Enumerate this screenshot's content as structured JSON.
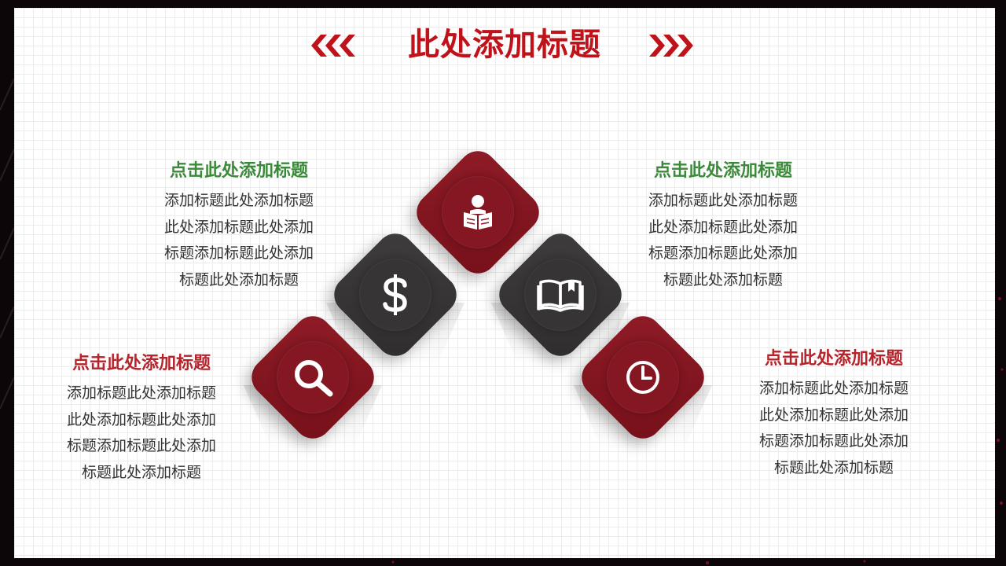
{
  "title": "此处添加标题",
  "blocks": [
    {
      "heading": "点击此处添加标题",
      "lines": [
        "添加标题此处添加标题",
        "此处添加标题此处添加",
        "标题添加标题此处添加",
        "标题此处添加标题"
      ]
    },
    {
      "heading": "点击此处添加标题",
      "lines": [
        "添加标题此处添加标题",
        "此处添加标题此处添加",
        "标题添加标题此处添加",
        "标题此处添加标题"
      ]
    },
    {
      "heading": "点击此处添加标题",
      "lines": [
        "添加标题此处添加标题",
        "此处添加标题此处添加",
        "标题添加标题此处添加",
        "标题此处添加标题"
      ]
    },
    {
      "heading": "点击此处添加标题",
      "lines": [
        "添加标题此处添加标题",
        "此处添加标题此处添加",
        "标题添加标题此处添加",
        "标题此处添加标题"
      ]
    }
  ],
  "icons": [
    "search-icon",
    "dollar-icon",
    "reader-icon",
    "open-book-icon",
    "clock-icon"
  ],
  "colors": {
    "accent_red": "#c0121a",
    "tile_red": "#851722",
    "tile_dark": "#363435",
    "heading_green": "#3a8a3a",
    "heading_red": "#b5232b"
  }
}
